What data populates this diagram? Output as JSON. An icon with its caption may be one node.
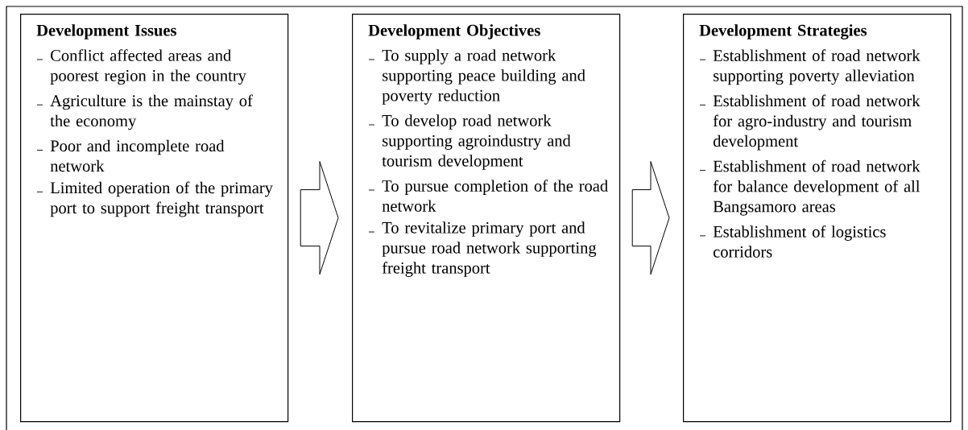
{
  "diagram": {
    "nodes": [
      {
        "text": [
          "Development Issues",
          "Conflict affected areas and poorest region in the country",
          "Agriculture is the mainstay of the economy",
          "Poor and incomplete road network",
          "Limited operation of the primary port to support freight transport"
        ]
      },
      {
        "text": [
          "Development Objectives",
          "To supply a road network supporting peace building and poverty reduction",
          "To develop road network supporting agroindustry and tourism development",
          "To pursue completion of the road network",
          "To revitalize primary port and pursue road network supporting freight transport"
        ]
      },
      {
        "text": [
          "Development Strategies",
          "Establishment of road network supporting poverty alleviation",
          "Establishment of road network for agro-industry and tourism development",
          "Establishment of road network for balance development of all Bangsamoro areas",
          "Establishment of logistics corridors"
        ]
      }
    ],
    "edges": [
      {
        "from": 0,
        "to": 1,
        "arrow": "to"
      },
      {
        "from": 1,
        "to": 2,
        "arrow": "to"
      }
    ]
  }
}
